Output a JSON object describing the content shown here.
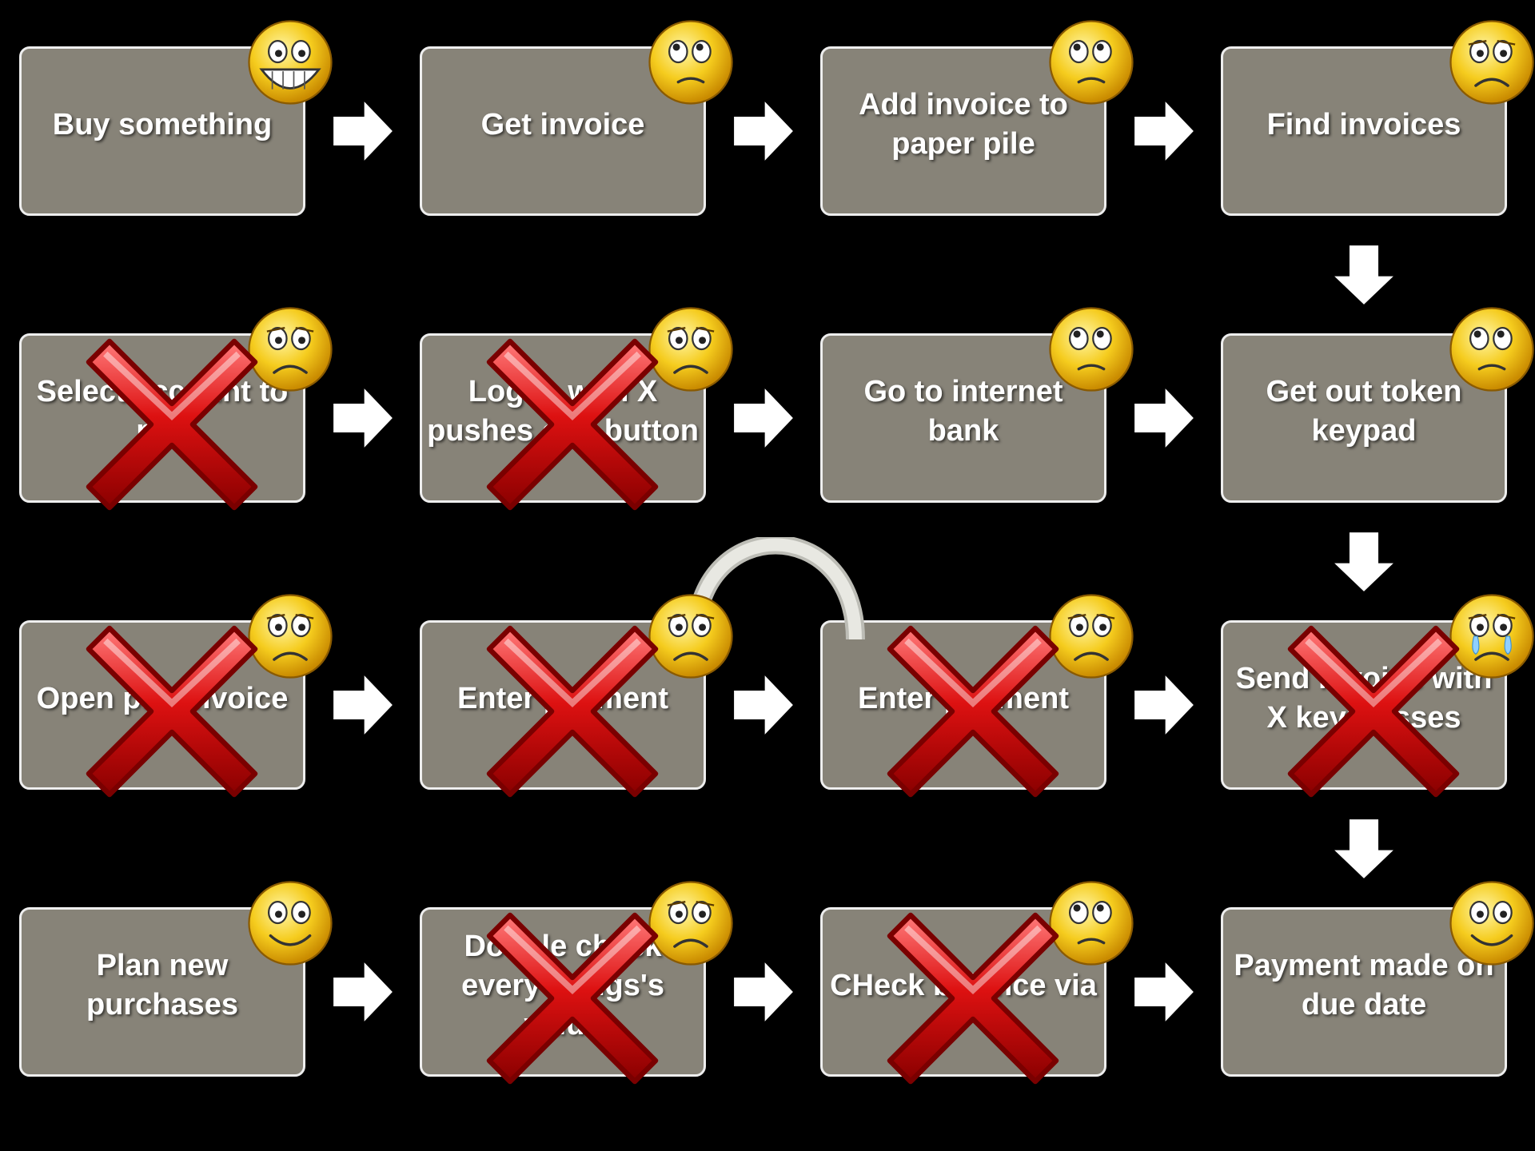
{
  "steps": [
    {
      "text": "Buy something",
      "mood": "grin",
      "crossed": false
    },
    {
      "text": "Get invoice",
      "mood": "worried",
      "crossed": false
    },
    {
      "text": "Add invoice to paper pile",
      "mood": "worried",
      "crossed": false
    },
    {
      "text": "Find invoices",
      "mood": "sad",
      "crossed": false
    },
    {
      "text": "Select account to pay",
      "mood": "sad",
      "crossed": true
    },
    {
      "text": "Log in with X pushes of a button",
      "mood": "sad",
      "crossed": true
    },
    {
      "text": "Go to internet bank",
      "mood": "worried",
      "crossed": false
    },
    {
      "text": "Get out token keypad",
      "mood": "worried",
      "crossed": false
    },
    {
      "text": "Open pay invoice",
      "mood": "sad",
      "crossed": true
    },
    {
      "text": "Enter payment",
      "mood": "sad",
      "crossed": true
    },
    {
      "text": "Enter payment",
      "mood": "sad",
      "crossed": true
    },
    {
      "text": "Send invoice with X keypresses",
      "mood": "crying",
      "crossed": true
    },
    {
      "text": "Plan new purchases",
      "mood": "smile",
      "crossed": false
    },
    {
      "text": "Double check every things's value",
      "mood": "sad",
      "crossed": true
    },
    {
      "text": "CHeck balance via",
      "mood": "worried",
      "crossed": true
    },
    {
      "text": "Payment made on due date",
      "mood": "smile",
      "crossed": false
    }
  ],
  "colors": {
    "background": "#000000",
    "box": "#878378",
    "box_border": "#eeeeee",
    "text": "#ffffff",
    "cross": "#dd1111",
    "face": "#f5cc1e",
    "arrow": "#ffffff"
  },
  "icons": {
    "arrow": "arrow-icon",
    "face": "smiley-face-icon",
    "cross": "red-x-icon",
    "loop": "loop-back-arrow-icon"
  }
}
